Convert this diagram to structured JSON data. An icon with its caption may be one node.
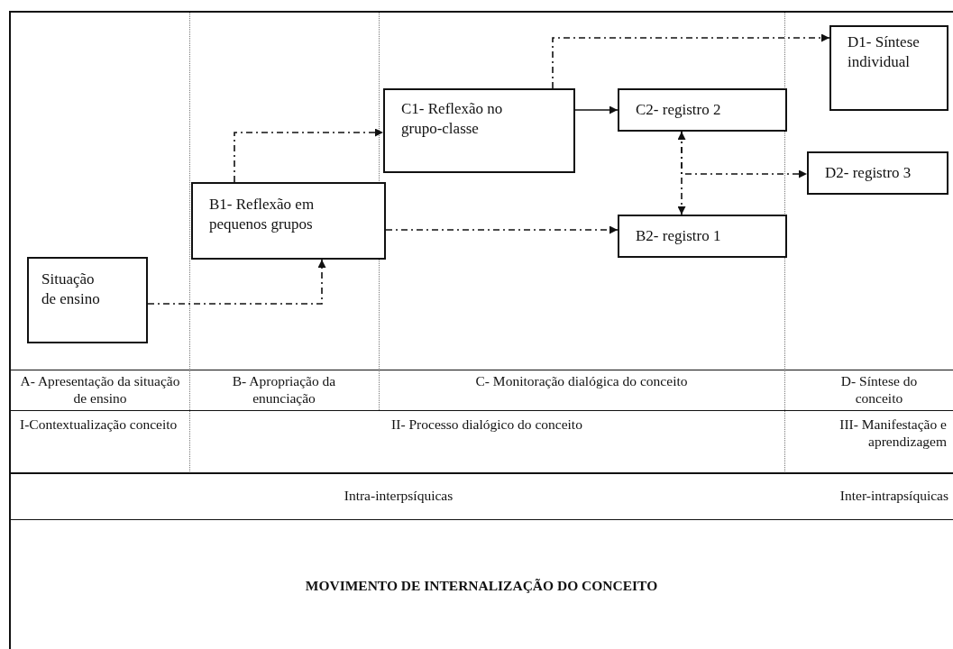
{
  "diagram": {
    "nodes": [
      {
        "text": [
          "Situação de ensino"
        ]
      },
      {
        "text": [
          "B1- Reflexão em pequenos grupos"
        ]
      },
      {
        "text": [
          "C1- Reflexão no grupo-classe"
        ]
      },
      {
        "text": [
          "C2- registro 2"
        ]
      },
      {
        "text": [
          "B2- registro 1"
        ]
      },
      {
        "text": [
          "D1- Síntese individual"
        ]
      },
      {
        "text": [
          "D2- registro 3"
        ]
      }
    ],
    "edges": [
      {
        "from": 0,
        "to": 1,
        "arrow": "to",
        "style": "dashed"
      },
      {
        "from": 1,
        "to": 2,
        "arrow": "to",
        "style": "dashed"
      },
      {
        "from": 2,
        "to": 3,
        "arrow": "to"
      },
      {
        "from": 2,
        "to": 5,
        "arrow": "to",
        "style": "dashed"
      },
      {
        "from": 1,
        "to": 4,
        "arrow": "to",
        "style": "dashed"
      },
      {
        "from": 3,
        "to": 4,
        "arrow": "both",
        "style": "dashed"
      },
      {
        "from": 3,
        "to": 6,
        "arrow": "to",
        "style": "dashed"
      }
    ],
    "labels": [
      "A- Apresentação da situação de ensino",
      "B- Apropriação da enunciação",
      "C- Monitoração dialógica do conceito",
      "D- Síntese do conceito",
      "I-Contextualização conceito",
      "II- Processo dialógico do conceito",
      "III- Manifestação e aprendizagem",
      "Intra-interpsíquicas",
      "Inter-intrapsíquicas",
      "MOVIMENTO DE INTERNALIZAÇÃO DO CONCEITO"
    ]
  }
}
